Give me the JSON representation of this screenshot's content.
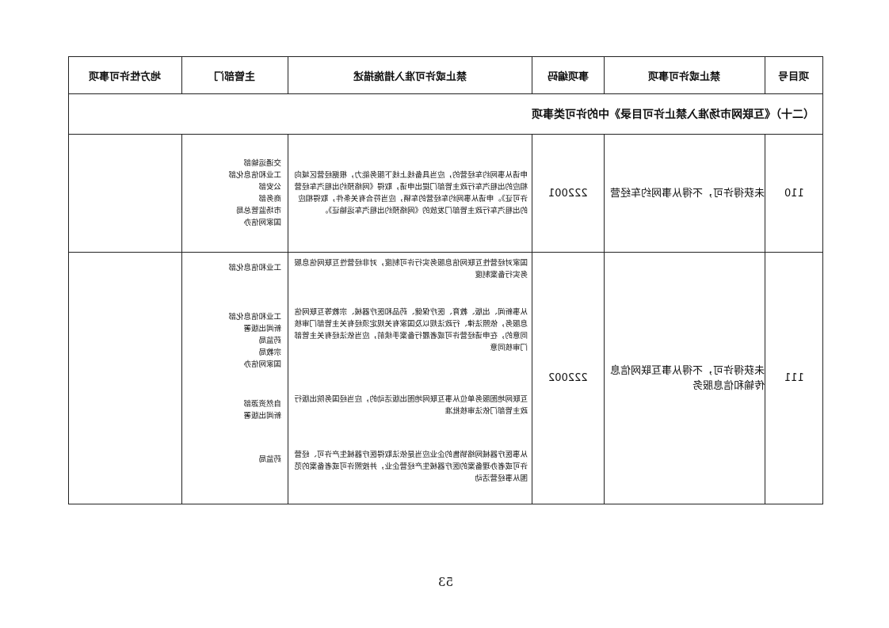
{
  "headers": {
    "project_no": "项目号",
    "item_name": "禁止或许可事项",
    "item_code": "事项编码",
    "measures": "禁止或许可准入措施描述",
    "department": "主管部门",
    "local": "地方性许可事项"
  },
  "section_title": "（二十）《互联网市场准入禁止许可目录》中的许可类事项",
  "rows": [
    {
      "no": "110",
      "name": "未获得许可，不得从事网约车经营",
      "code": "222001",
      "measures": "申请从事网约车经营的，应当具备线上线下服务能力，根据经营区域向相应的出租汽车行政主管部门提出申请，取得《网络预约出租汽车经营许可证》。申请从事网约车经营的车辆，应当符合有关条件，取得相应的出租汽车行政主管部门发放的《网络预约出租汽车运输证》。",
      "departments": [
        "交通运输部",
        "工业和信息化部",
        "公安部",
        "商务部",
        "市场监管总局",
        "国家网信办"
      ]
    },
    {
      "no": "111",
      "name": "未获得许可，不得从事互联网信息传输和信息服务",
      "code": "222002",
      "measures": [
        "国家对经营性互联网信息服务实行许可制度，对非经营性互联网信息服务实行备案制度",
        "从事新闻、出版、教育、医疗保健、药品和医疗器械、宗教等互联网信息服务，依照法律、行政法规以及国家有关规定须经有关主管部门审核同意的，在申请经营许可或者履行备案手续前，应当依法经有关主管部门审核同意",
        "互联网地图服务单位从事互联网地图出版活动的，应当经国务院出版行政主管部门依法审核批准",
        "从事医疗器械网络销售的企业应当是依法取得医疗器械生产许可、经营许可或者办理备案的医疗器械生产经营企业，并按照许可或者备案的范围从事经营活动"
      ],
      "departments": [
        [
          "工业和信息化部"
        ],
        [
          "工业和信息化部",
          "新闻出版署",
          "药监局",
          "宗教局",
          "国家网信办"
        ],
        [
          "自然资源部",
          "新闻出版署"
        ],
        [
          "药监局"
        ]
      ]
    }
  ],
  "page_number": "53"
}
